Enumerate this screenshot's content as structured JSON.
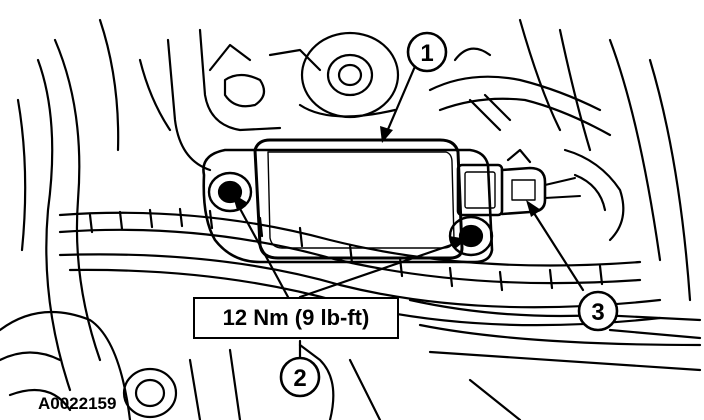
{
  "callouts": {
    "c1": "1",
    "c2": "2",
    "c3": "3"
  },
  "torque_label": "12 Nm (9 lb-ft)",
  "figure_id": "A0022159"
}
